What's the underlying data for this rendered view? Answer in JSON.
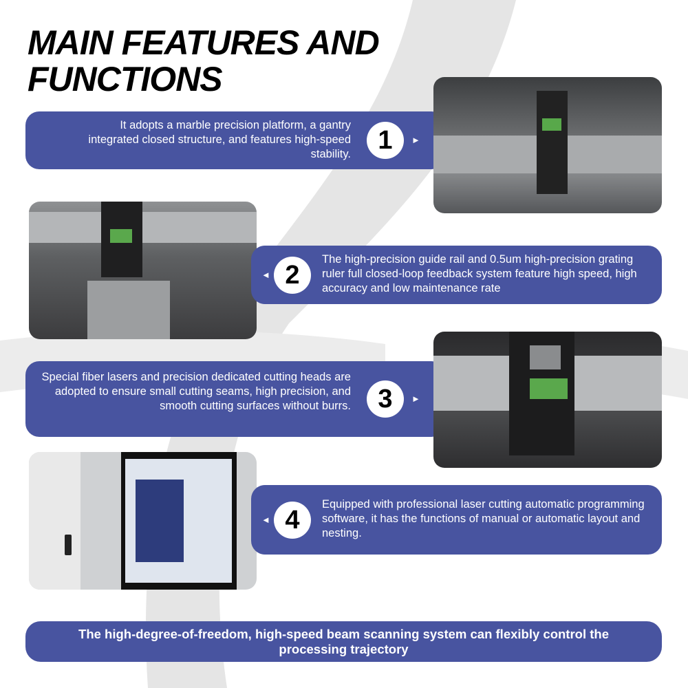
{
  "title_line1": "MAIN FEATURES AND",
  "title_line2": "FUNCTIONS",
  "accent_color": "#4854a0",
  "features": [
    {
      "number": "1",
      "text": "It adopts a marble precision platform, a gantry integrated closed structure, and features high-speed stability."
    },
    {
      "number": "2",
      "text": "The high-precision guide rail and 0.5um high-precision grating ruler full closed-loop feedback system feature high speed, high accuracy and low maintenance rate"
    },
    {
      "number": "3",
      "text": "Special fiber lasers and precision dedicated cutting heads are adopted to ensure small cutting seams, high precision, and smooth cutting surfaces without burrs."
    },
    {
      "number": "4",
      "text": "Equipped with professional laser cutting automatic programming software, it has the functions of manual or automatic layout and nesting."
    }
  ],
  "bottom_banner": "The high-degree-of-freedom, high-speed beam scanning system can flexibly control the processing trajectory"
}
